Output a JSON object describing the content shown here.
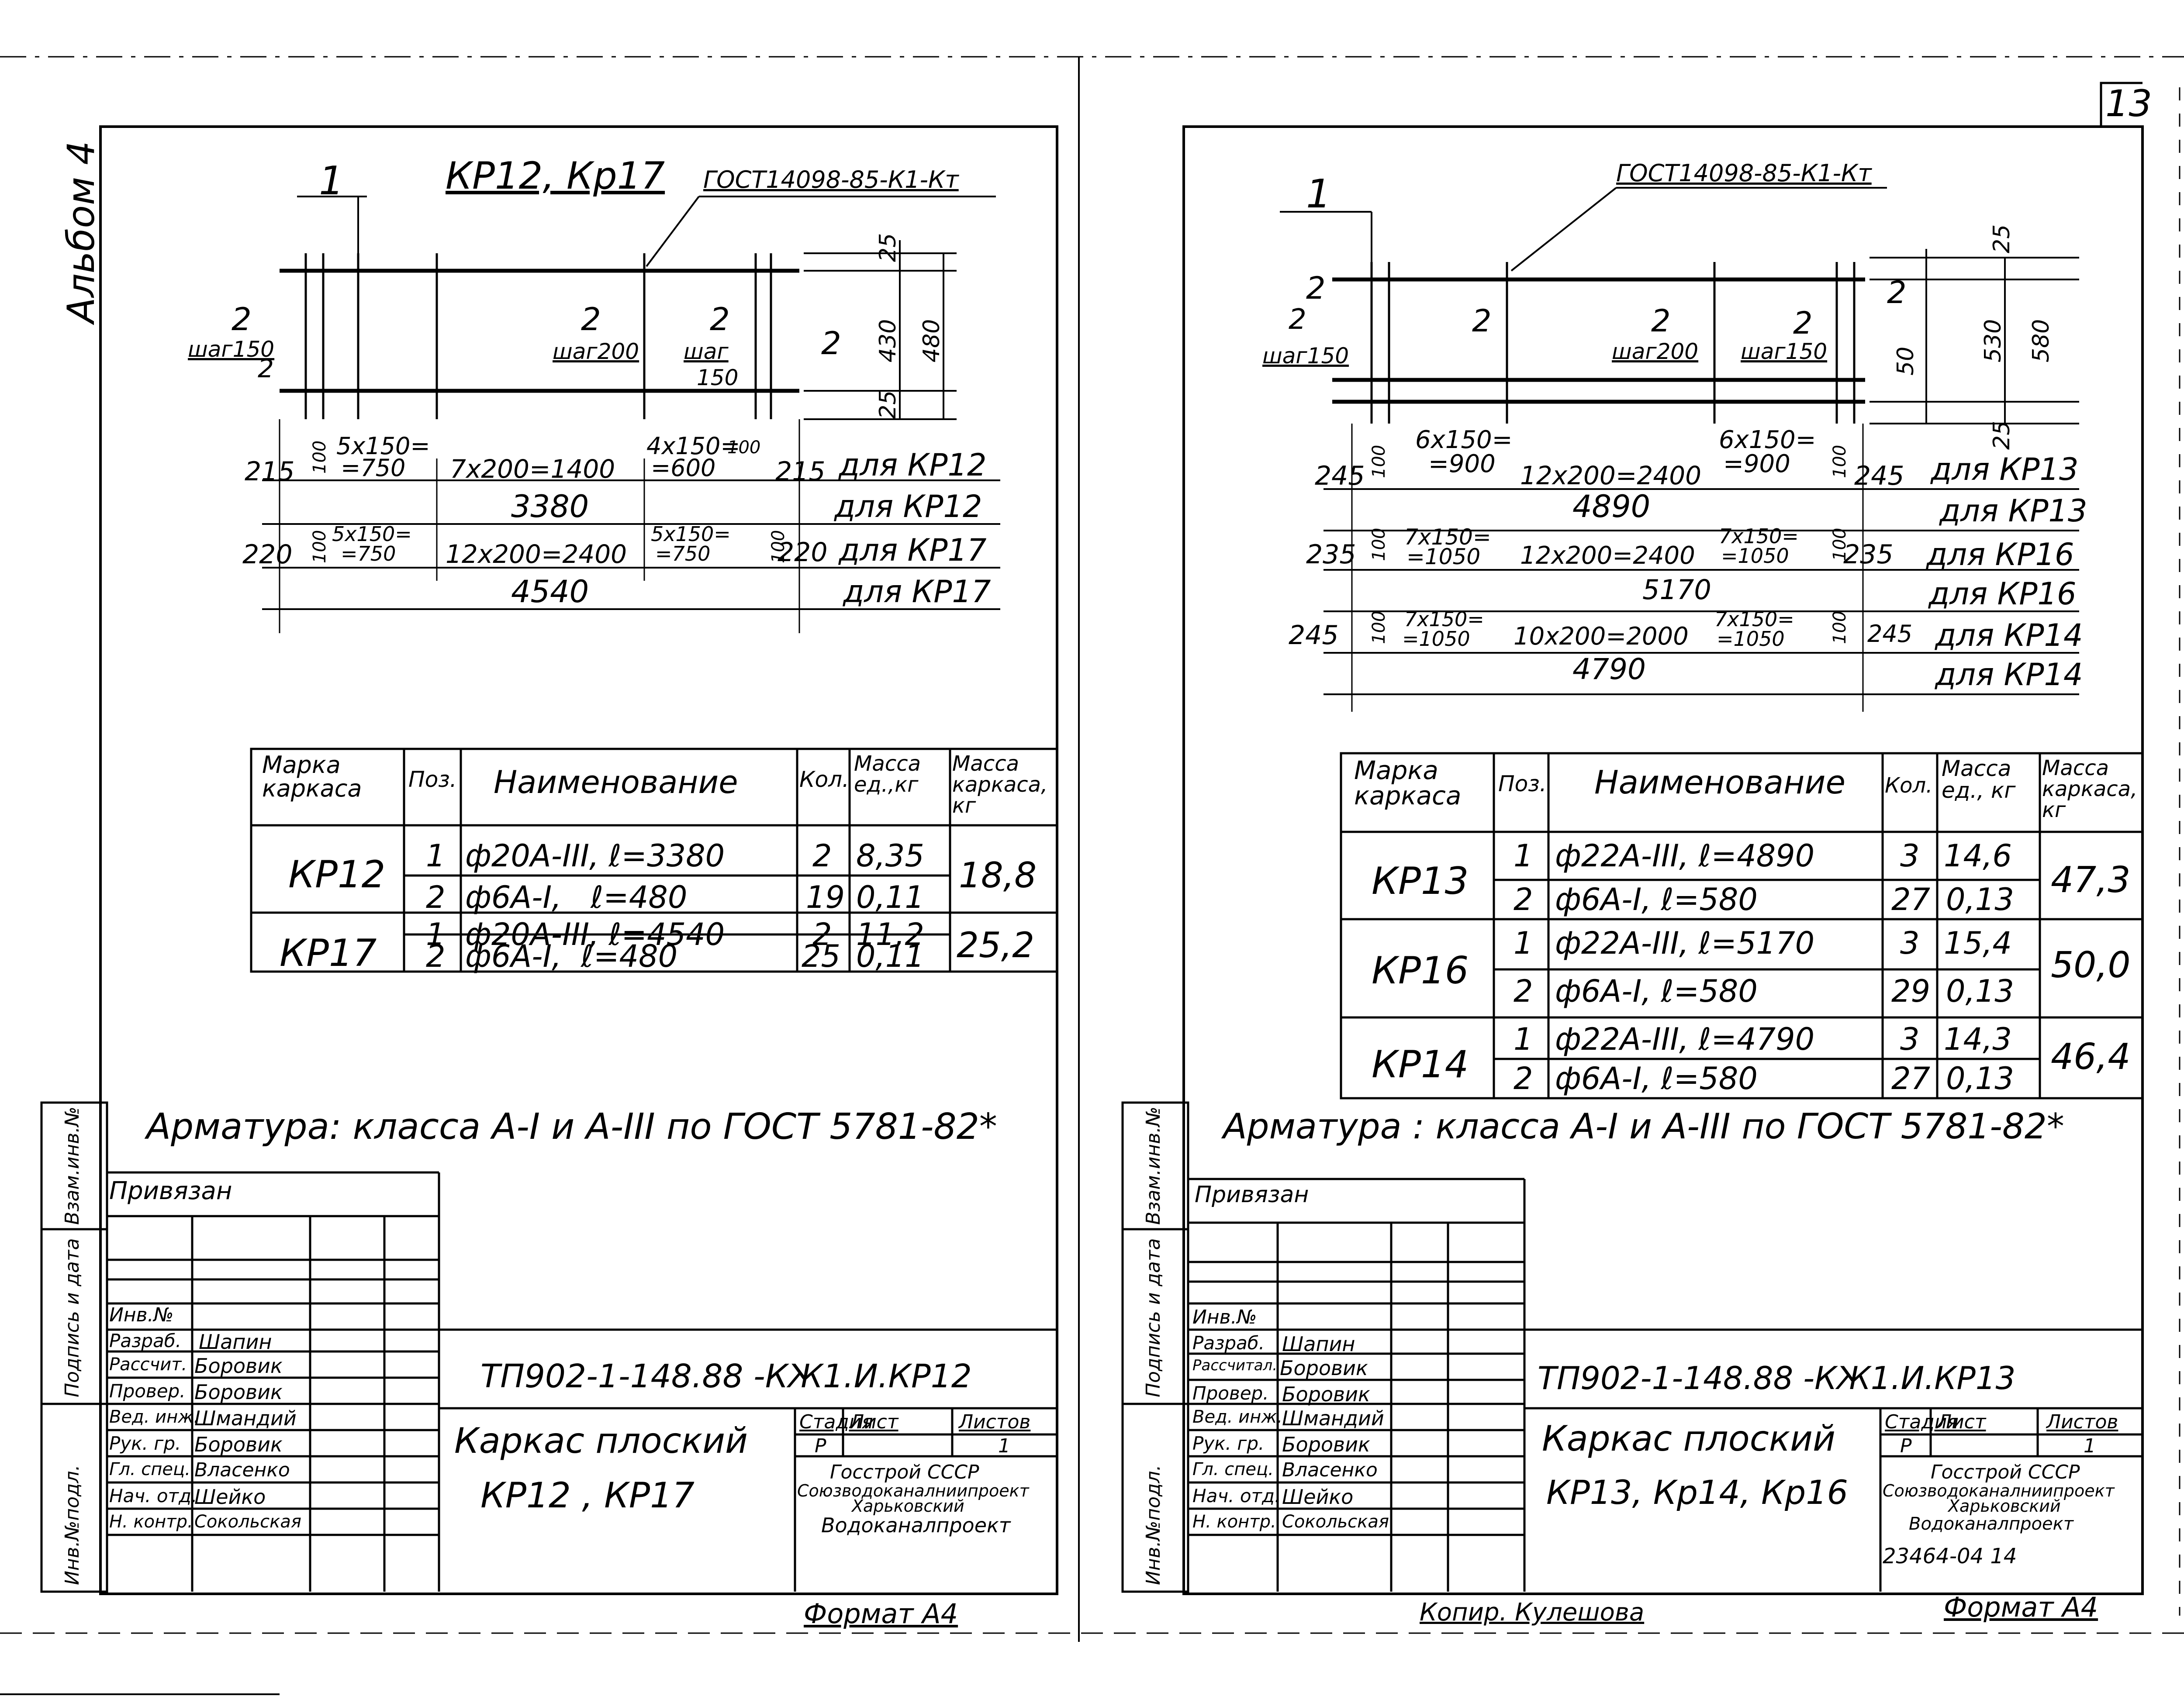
{
  "page_number": "13",
  "album": "Альбом 4",
  "copied_by": "Копир. Кулешова",
  "archive_number": "23464-04 14",
  "left": {
    "header_marks": "КР12, Кр17",
    "section_mark": "1",
    "gost_ref": "ГОСТ14098-85-К1-Кт",
    "drawing_labels": {
      "left_2": "2",
      "left_step": "шаг150",
      "left_2b": "2",
      "mid_2": "2",
      "mid_step": "шаг200",
      "r_2": "2",
      "r_step_a": "шаг",
      "r_step_b": "150",
      "far_2": "2",
      "dim_25_top": "25",
      "dim_430": "430",
      "dim_480": "480",
      "dim_25_bot": "25"
    },
    "dim_rows": [
      {
        "a": "215",
        "b": "100",
        "c": "5х150=",
        "c2": "=750",
        "d": "7х200=1400",
        "e": "4х150=",
        "e2": "=600",
        "f": "100",
        "g": "215",
        "note": "для  КР12"
      },
      {
        "total": "3380",
        "note": "для  КР12"
      },
      {
        "a": "220",
        "b": "100",
        "c": "5х150=",
        "c2": "=750",
        "d": "12х200=2400",
        "e": "5х150=",
        "e2": "=750",
        "f": "100",
        "g": "220",
        "note": "для  КР17"
      },
      {
        "total": "4540",
        "note": "для  КР17"
      }
    ],
    "table": {
      "headers": [
        "Марка каркаса",
        "Поз.",
        "Наименование",
        "Кол.",
        "Масса ед.,кг",
        "Масса каркаса, кг"
      ],
      "groups": [
        {
          "mark": "КР12",
          "total": "18,8",
          "rows": [
            {
              "pos": "1",
              "name": "ф20А-III, ℓ=3380",
              "qty": "2",
              "mass": "8,35"
            },
            {
              "pos": "2",
              "name": "ф6А-I,   ℓ=480",
              "qty": "19",
              "mass": "0,11"
            }
          ]
        },
        {
          "mark": "КР17",
          "total": "25,2",
          "rows": [
            {
              "pos": "1",
              "name": "ф20А-III, ℓ=4540",
              "qty": "2",
              "mass": "11,2"
            },
            {
              "pos": "2",
              "name": "ф6А-I,  ℓ=480",
              "qty": "25",
              "mass": "0,11"
            }
          ]
        }
      ]
    },
    "note": "Арматура: класса А-I и А-III по ГОСТ 5781-82*",
    "stamp": {
      "privyazan": "Привязан",
      "inv": "Инв.№",
      "people": [
        {
          "role": "Разраб.",
          "name": "Шапин"
        },
        {
          "role": "Рассчит.",
          "name": "Боровик"
        },
        {
          "role": "Провер.",
          "name": "Боровик"
        },
        {
          "role": "Вед. инж.",
          "name": "Шмандий"
        },
        {
          "role": "Рук. гр.",
          "name": "Боровик"
        },
        {
          "role": "Гл. спец.",
          "name": "Власенко"
        },
        {
          "role": "Нач. отд.",
          "name": "Шейко"
        },
        {
          "role": "Н. контр.",
          "name": "Сокольская"
        }
      ],
      "code": "ТП902-1-148.88 -КЖ1.И.КР12",
      "title_line1": "Каркас плоский",
      "title_line2": "КР12 , КР17",
      "stage_h": "Стадия",
      "sheet_h": "Лист",
      "sheets_h": "Листов",
      "stage": "Р",
      "sheet": "",
      "sheets": "1",
      "org1": "Госстрой СССР",
      "org2": "Союзводоканалниипроект",
      "org3": "Харьковский",
      "org4": "Водоканалпроект",
      "side_labels": [
        "Взам.инв.№",
        "Подпись и дата",
        "Инв.№подл."
      ]
    },
    "format": "Формат А4"
  },
  "right": {
    "section_mark": "1",
    "gost_ref": "ГОСТ14098-85-К1-Кт",
    "drawing_labels": {
      "l1": "2",
      "l2": "2",
      "l_step": "шаг150",
      "m1": "2",
      "m2": "2",
      "m_step": "шаг200",
      "r2": "2",
      "r_step": "шаг150",
      "far_2": "2",
      "dim_25_top": "25",
      "dim_50": "50",
      "dim_530": "530",
      "dim_580": "580",
      "dim_25_bot": "25"
    },
    "dim_rows": [
      {
        "a": "245",
        "b": "100",
        "c": "6х150=",
        "c2": "=900",
        "d": "12х200=2400",
        "e": "6х150=",
        "e2": "=900",
        "f": "100",
        "g": "245",
        "note": "для  КР13"
      },
      {
        "total": "4890",
        "note": "для  КР13"
      },
      {
        "a": "235",
        "b": "100",
        "c": "7х150=",
        "c2": "=1050",
        "d": "12х200=2400",
        "e": "7х150=",
        "e2": "=1050",
        "f": "100",
        "g": "235",
        "note": "для  КР16"
      },
      {
        "total": "5170",
        "note": "для  КР16"
      },
      {
        "a": "245",
        "b": "100",
        "c": "7х150=",
        "c2": "=1050",
        "d": "10х200=2000",
        "e": "7х150=",
        "e2": "=1050",
        "f": "100",
        "g": "245",
        "note": "для  КР14"
      },
      {
        "total": "4790",
        "note": "для  КР14"
      }
    ],
    "table": {
      "headers": [
        "Марка каркаса",
        "Поз.",
        "Наименование",
        "Кол.",
        "Масса ед., кг",
        "Масса каркаса, кг"
      ],
      "groups": [
        {
          "mark": "КР13",
          "total": "47,3",
          "rows": [
            {
              "pos": "1",
              "name": "ф22А-III, ℓ=4890",
              "qty": "3",
              "mass": "14,6"
            },
            {
              "pos": "2",
              "name": "ф6А-I, ℓ=580",
              "qty": "27",
              "mass": "0,13"
            }
          ]
        },
        {
          "mark": "КР16",
          "total": "50,0",
          "rows": [
            {
              "pos": "1",
              "name": "ф22А-III, ℓ=5170",
              "qty": "3",
              "mass": "15,4"
            },
            {
              "pos": "2",
              "name": "ф6А-I, ℓ=580",
              "qty": "29",
              "mass": "0,13"
            }
          ]
        },
        {
          "mark": "КР14",
          "total": "46,4",
          "rows": [
            {
              "pos": "1",
              "name": "ф22А-III, ℓ=4790",
              "qty": "3",
              "mass": "14,3"
            },
            {
              "pos": "2",
              "name": "ф6А-I, ℓ=580",
              "qty": "27",
              "mass": "0,13"
            }
          ]
        }
      ]
    },
    "note": "Арматура : класса А-I и А-III по ГОСТ 5781-82*",
    "stamp": {
      "privyazan": "Привязан",
      "inv": "Инв.№",
      "people": [
        {
          "role": "Разраб.",
          "name": "Шапин"
        },
        {
          "role": "Рассчитал.",
          "name": "Боровик"
        },
        {
          "role": "Провер.",
          "name": "Боровик"
        },
        {
          "role": "Вед. инж.",
          "name": "Шмандий"
        },
        {
          "role": "Рук. гр.",
          "name": "Боровик"
        },
        {
          "role": "Гл. спец.",
          "name": "Власенко"
        },
        {
          "role": "Нач. отд.",
          "name": "Шейко"
        },
        {
          "role": "Н. контр.",
          "name": "Сокольская"
        }
      ],
      "code": "ТП902-1-148.88 -КЖ1.И.КР13",
      "title_line1": "Каркас плоский",
      "title_line2": "КР13, Кр14, Кр16",
      "stage_h": "Стадия",
      "sheet_h": "Лист",
      "sheets_h": "Листов",
      "stage": "Р",
      "sheet": "",
      "sheets": "1",
      "org1": "Госстрой СССР",
      "org2": "Союзводоканалниипроект",
      "org3": "Харьковский",
      "org4": "Водоканалпроект",
      "side_labels": [
        "Взам.инв.№",
        "Подпись и дата",
        "Инв.№подл."
      ]
    },
    "format": "Формат А4"
  }
}
